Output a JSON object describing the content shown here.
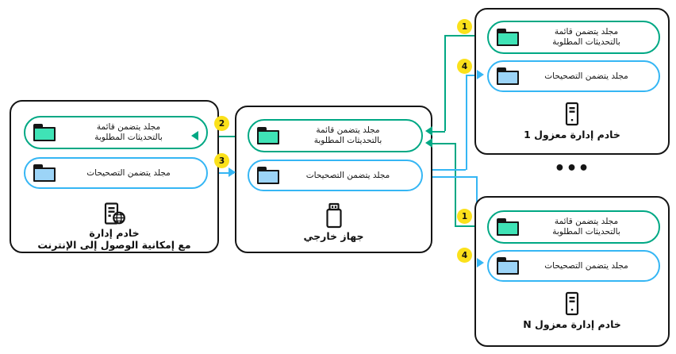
{
  "colors": {
    "green": "#00a884",
    "blue": "#35b6f4",
    "folder_green": "#3fe3b6",
    "folder_blue": "#9cd4f7",
    "badge_yellow": "#fbe11b",
    "outline": "#151515"
  },
  "labels": {
    "folder_updates": "مجلد يتضمن قائمة\nبالتحديثات المطلوبة",
    "folder_updates_line1": "مجلد يتضمن قائمة",
    "folder_updates_line2": "بالتحديثات المطلوبة",
    "folder_patches": "مجلد يتضمن التصحيحات",
    "ellipsis": "•••"
  },
  "panels": [
    {
      "id": "admin-server-internet",
      "caption_line1": "خادم إدارة",
      "caption_line2": "مع إمكانية الوصول إلى الإنترنت",
      "icon": "server-globe-icon",
      "rows": [
        {
          "kind": "green",
          "text_line1": "مجلد يتضمن قائمة",
          "text_line2": "بالتحديثات المطلوبة"
        },
        {
          "kind": "blue",
          "text_line1": "مجلد يتضمن التصحيحات",
          "text_line2": ""
        }
      ]
    },
    {
      "id": "external-device",
      "caption_line1": "جهاز خارجي",
      "caption_line2": "",
      "icon": "usb-drive-icon",
      "rows": [
        {
          "kind": "green",
          "text_line1": "مجلد يتضمن قائمة",
          "text_line2": "بالتحديثات المطلوبة"
        },
        {
          "kind": "blue",
          "text_line1": "مجلد يتضمن التصحيحات",
          "text_line2": ""
        }
      ]
    },
    {
      "id": "isolated-admin-server-1",
      "caption_line1": "خادم إدارة معزول 1",
      "caption_line2": "",
      "icon": "server-icon",
      "rows": [
        {
          "kind": "green",
          "text_line1": "مجلد يتضمن قائمة",
          "text_line2": "بالتحديثات المطلوبة"
        },
        {
          "kind": "blue",
          "text_line1": "مجلد يتضمن التصحيحات",
          "text_line2": ""
        }
      ]
    },
    {
      "id": "isolated-admin-server-n",
      "caption_line1": "خادم إدارة معزول N",
      "caption_line2": "",
      "icon": "server-icon",
      "rows": [
        {
          "kind": "green",
          "text_line1": "مجلد يتضمن قائمة",
          "text_line2": "بالتحديثات المطلوبة"
        },
        {
          "kind": "blue",
          "text_line1": "مجلد يتضمن التصحيحات",
          "text_line2": ""
        }
      ]
    }
  ],
  "badges": [
    {
      "id": "badge-1-top",
      "number": "1"
    },
    {
      "id": "badge-4-top",
      "number": "4"
    },
    {
      "id": "badge-2",
      "number": "2"
    },
    {
      "id": "badge-3",
      "number": "3"
    },
    {
      "id": "badge-1-bottom",
      "number": "1"
    },
    {
      "id": "badge-4-bottom",
      "number": "4"
    }
  ]
}
